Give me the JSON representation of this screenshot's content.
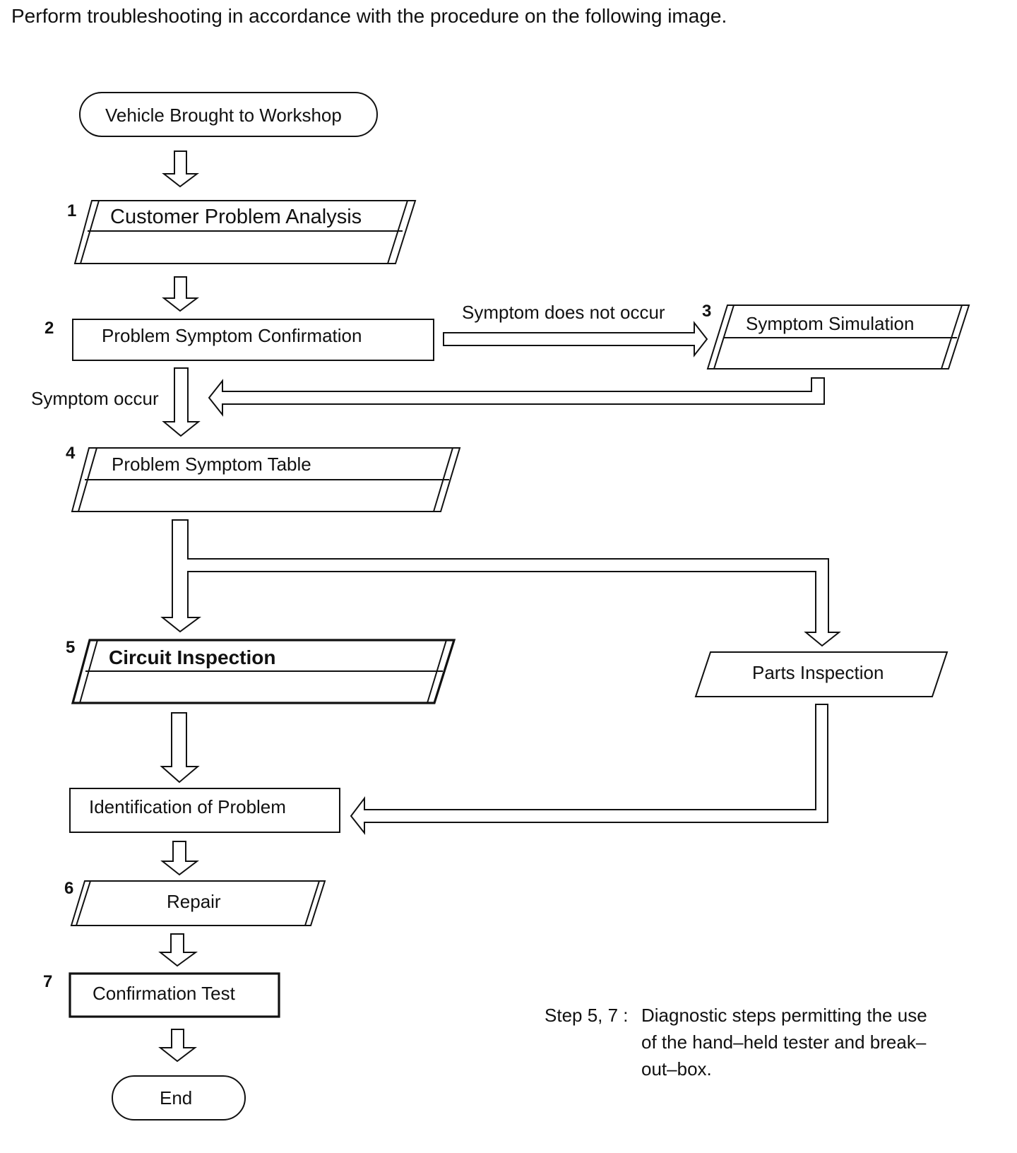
{
  "intro": "Perform troubleshooting in accordance with the procedure on the following image.",
  "nodes": {
    "start": {
      "label": "Vehicle Brought to Workshop"
    },
    "step1": {
      "number": "1",
      "label": "Customer Problem Analysis"
    },
    "step2": {
      "number": "2",
      "label": "Problem Symptom Confirmation"
    },
    "step3": {
      "number": "3",
      "label": "Symptom Simulation"
    },
    "step4": {
      "number": "4",
      "label": "Problem Symptom Table"
    },
    "step5": {
      "number": "5",
      "label": "Circuit Inspection"
    },
    "parts": {
      "label": "Parts Inspection"
    },
    "identify": {
      "label": "Identification of Problem"
    },
    "step6": {
      "number": "6",
      "label": "Repair"
    },
    "step7": {
      "number": "7",
      "label": "Confirmation Test"
    },
    "end": {
      "label": "End"
    }
  },
  "edges": {
    "no_symptom": "Symptom does not occur",
    "symptom": "Symptom occur"
  },
  "note": {
    "prefix": "Step 5, 7 :",
    "lines": [
      "Diagnostic steps permitting the use",
      "of the hand–held tester and break–",
      "out–box."
    ]
  }
}
